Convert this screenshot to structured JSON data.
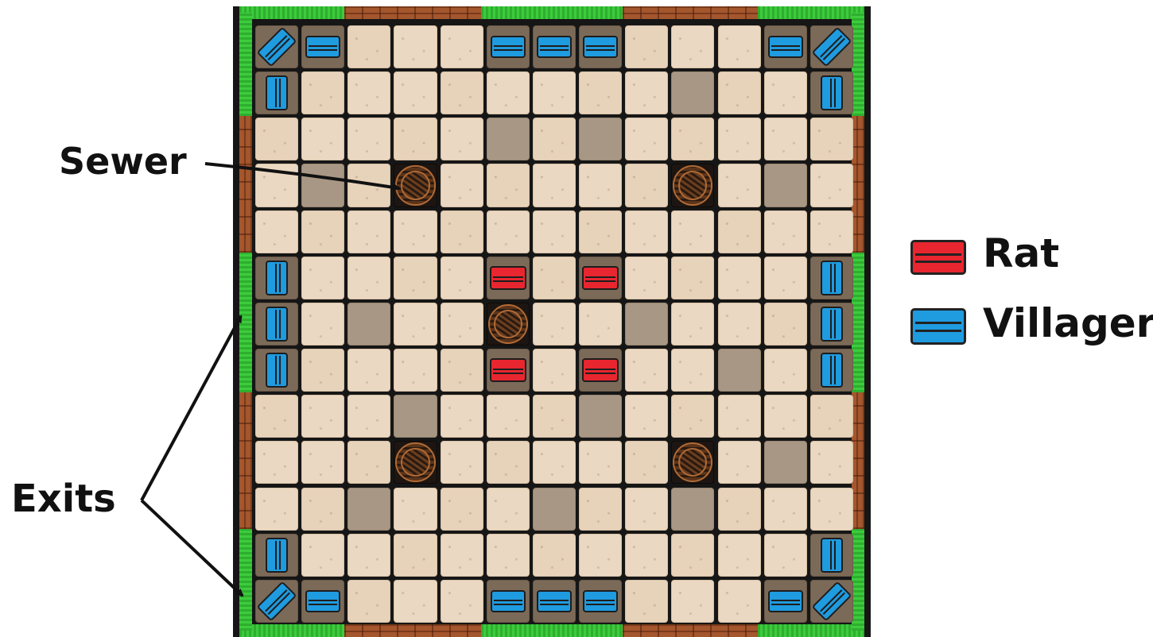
{
  "labels": {
    "sewer": "Sewer",
    "exits": "Exits"
  },
  "legend": [
    {
      "label": "Rat",
      "color": "#e8262f"
    },
    {
      "label": "Villager",
      "color": "#1f9be0"
    }
  ],
  "board": {
    "size": 13,
    "colors": {
      "light_tile": "#ebd8c2",
      "dark_tile": "#a89784",
      "brown_tile": "#7c6a58",
      "grass": "#3ccc3c",
      "brick": "#a4562d"
    },
    "dark_tiles": [
      [
        1,
        9
      ],
      [
        2,
        5
      ],
      [
        2,
        7
      ],
      [
        3,
        1
      ],
      [
        3,
        11
      ],
      [
        6,
        2
      ],
      [
        6,
        8
      ],
      [
        7,
        10
      ],
      [
        8,
        3
      ],
      [
        8,
        7
      ],
      [
        9,
        11
      ],
      [
        10,
        2
      ],
      [
        10,
        6
      ],
      [
        10,
        9
      ]
    ],
    "sewers": [
      [
        3,
        3
      ],
      [
        3,
        9
      ],
      [
        6,
        5
      ],
      [
        9,
        3
      ],
      [
        9,
        9
      ]
    ],
    "rats": [
      [
        5,
        5
      ],
      [
        5,
        7
      ],
      [
        7,
        5
      ],
      [
        7,
        7
      ]
    ],
    "villagers": [
      {
        "cell": [
          0,
          0
        ],
        "o": "d"
      },
      {
        "cell": [
          0,
          1
        ],
        "o": "h"
      },
      {
        "cell": [
          0,
          5
        ],
        "o": "h"
      },
      {
        "cell": [
          0,
          6
        ],
        "o": "h"
      },
      {
        "cell": [
          0,
          7
        ],
        "o": "h"
      },
      {
        "cell": [
          0,
          11
        ],
        "o": "h"
      },
      {
        "cell": [
          0,
          12
        ],
        "o": "d"
      },
      {
        "cell": [
          1,
          0
        ],
        "o": "v"
      },
      {
        "cell": [
          1,
          12
        ],
        "o": "v"
      },
      {
        "cell": [
          5,
          0
        ],
        "o": "v"
      },
      {
        "cell": [
          6,
          0
        ],
        "o": "v"
      },
      {
        "cell": [
          7,
          0
        ],
        "o": "v"
      },
      {
        "cell": [
          5,
          12
        ],
        "o": "v"
      },
      {
        "cell": [
          6,
          12
        ],
        "o": "v"
      },
      {
        "cell": [
          7,
          12
        ],
        "o": "v"
      },
      {
        "cell": [
          11,
          0
        ],
        "o": "v"
      },
      {
        "cell": [
          11,
          12
        ],
        "o": "v"
      },
      {
        "cell": [
          12,
          0
        ],
        "o": "d"
      },
      {
        "cell": [
          12,
          1
        ],
        "o": "h"
      },
      {
        "cell": [
          12,
          5
        ],
        "o": "h"
      },
      {
        "cell": [
          12,
          6
        ],
        "o": "h"
      },
      {
        "cell": [
          12,
          7
        ],
        "o": "h"
      },
      {
        "cell": [
          12,
          11
        ],
        "o": "h"
      },
      {
        "cell": [
          12,
          12
        ],
        "o": "d"
      }
    ]
  }
}
